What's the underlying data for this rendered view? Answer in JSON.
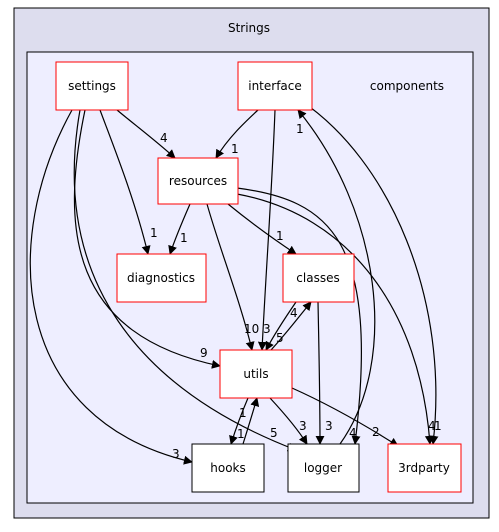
{
  "outer_cluster": {
    "title": "Strings"
  },
  "inner_cluster": {
    "title": "components"
  },
  "nodes": {
    "settings": {
      "label": "settings"
    },
    "interface": {
      "label": "interface"
    },
    "resources": {
      "label": "resources"
    },
    "diagnostics": {
      "label": "diagnostics"
    },
    "classes": {
      "label": "classes"
    },
    "utils": {
      "label": "utils"
    },
    "hooks": {
      "label": "hooks"
    },
    "logger": {
      "label": "logger"
    },
    "thirdparty": {
      "label": "3rdparty"
    }
  },
  "edges": {
    "settings_resources": {
      "from": "settings",
      "to": "resources",
      "count": "4"
    },
    "interface_resources": {
      "from": "interface",
      "to": "resources",
      "count": "1"
    },
    "settings_diagnostics": {
      "from": "settings",
      "to": "diagnostics",
      "count": "1"
    },
    "resources_diagnostics": {
      "from": "resources",
      "to": "diagnostics",
      "count": "1"
    },
    "resources_classes": {
      "from": "resources",
      "to": "classes",
      "count": "1"
    },
    "settings_utils": {
      "from": "settings",
      "to": "utils",
      "count": "9"
    },
    "resources_utils": {
      "from": "resources",
      "to": "utils",
      "count": "10"
    },
    "interface_utils": {
      "from": "interface",
      "to": "utils",
      "count": "3"
    },
    "classes_utils": {
      "from": "classes",
      "to": "utils",
      "count": "5"
    },
    "utils_classes": {
      "from": "utils",
      "to": "classes",
      "count": "4"
    },
    "utils_hooks": {
      "from": "utils",
      "to": "hooks",
      "count": "1"
    },
    "hooks_utils": {
      "from": "hooks",
      "to": "utils",
      "count": "1"
    },
    "utils_logger": {
      "from": "utils",
      "to": "logger",
      "count": "3"
    },
    "classes_logger": {
      "from": "classes",
      "to": "logger",
      "count": "3"
    },
    "settings_logger": {
      "from": "settings",
      "to": "logger",
      "count": "5"
    },
    "settings_hooks": {
      "from": "settings",
      "to": "hooks",
      "count": "3"
    },
    "resources_logger": {
      "from": "resources",
      "to": "logger",
      "count": "4"
    },
    "logger_interface": {
      "from": "logger",
      "to": "interface",
      "count": "1"
    },
    "utils_thirdparty": {
      "from": "utils",
      "to": "thirdparty",
      "count": "2"
    },
    "resources_thirdparty": {
      "from": "resources",
      "to": "thirdparty",
      "count": "4"
    },
    "interface_thirdparty": {
      "from": "interface",
      "to": "thirdparty",
      "count": "1"
    }
  },
  "colors": {
    "outer_fill": "#ddddee",
    "inner_fill": "#eeeeff",
    "border": "#000000",
    "component_border": "#ff0000",
    "external_border": "#000000",
    "node_fill": "#ffffff",
    "edge": "#000000"
  }
}
